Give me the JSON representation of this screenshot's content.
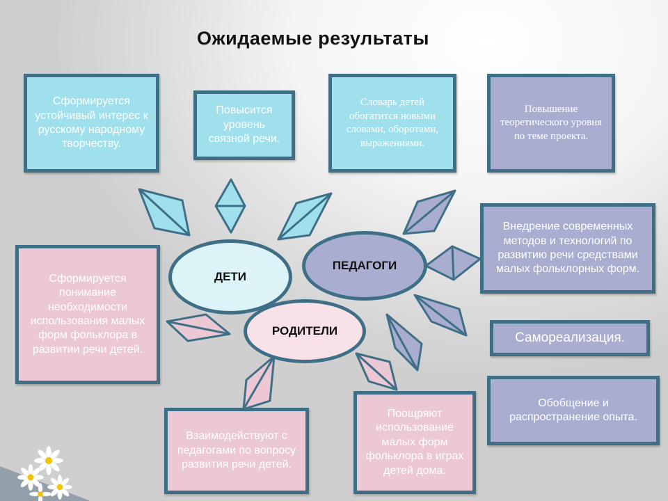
{
  "title": "Ожидаемые результаты",
  "centers": {
    "children": "ДЕТИ",
    "teachers": "ПЕДАГОГИ",
    "parents": "РОДИТЕЛИ"
  },
  "boxes": {
    "interest": "Сформируется устойчивый интерес к русскому народному творчеству.",
    "speech": "Повысится уровень связной речи.",
    "vocab": "Словарь детей обогатится новыми словами, оборотами, выражениями.",
    "theory": "Повышение теоретического уровня по теме проекта.",
    "understanding": "Сформируется понимание необходимости использования малых форм фольклора в развитии речи детей.",
    "methods": "Внедрение современных методов и технологий по развитию речи средствами малых фольклорных форм.",
    "selfreal": "Самореализация.",
    "generalize": "Обобщение и распространение опыта.",
    "interact": "Взаимодействуют с педагогами по вопросу развития речи детей.",
    "encourage": "Поощряют использование малых форм фольклора в играх детей дома."
  },
  "colors": {
    "children": "#9fe0ec",
    "teachers": "#a9aed1",
    "parents": "#ebc8d3",
    "border": "#3f6f87"
  }
}
